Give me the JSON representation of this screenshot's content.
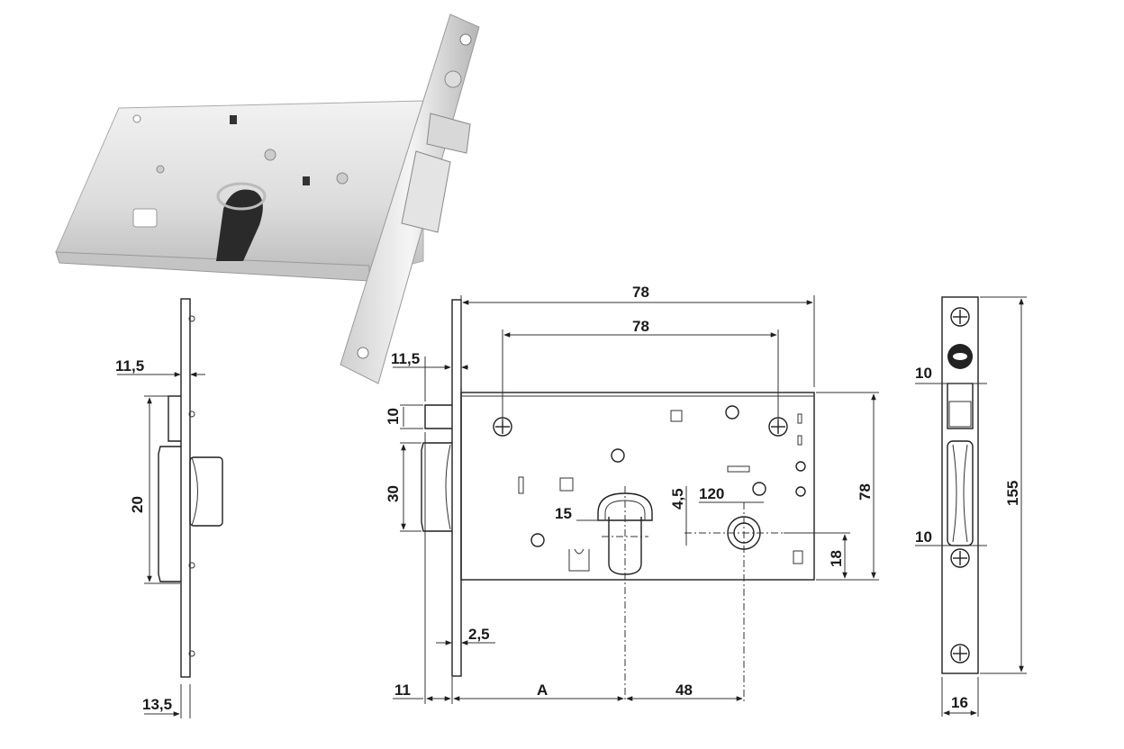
{
  "dimensions": {
    "side_faceplate_offset": "11,5",
    "side_latch_height": "20",
    "side_bottom_depth": "13,5",
    "front_total_width": "78",
    "front_hole_spacing": "78",
    "front_faceplate_offset": "11,5",
    "front_deadbolt_height": "10",
    "front_latch_height": "30",
    "front_keyhole_offset": "15",
    "front_pin_small": "4,5",
    "front_handle_small": "120",
    "front_body_height": "78",
    "front_bottom_offset": "18",
    "front_faceplate_thickness": "2,5",
    "front_bottom_11": "11",
    "front_backset": "A",
    "front_center_distance": "48",
    "plate_top_offset": "10",
    "plate_bottom_offset": "10",
    "plate_height": "155",
    "plate_width": "16"
  },
  "colors": {
    "line": "#1f1f1f",
    "metal_light": "#e8e8e8",
    "metal_dark": "#9a9a9a"
  }
}
